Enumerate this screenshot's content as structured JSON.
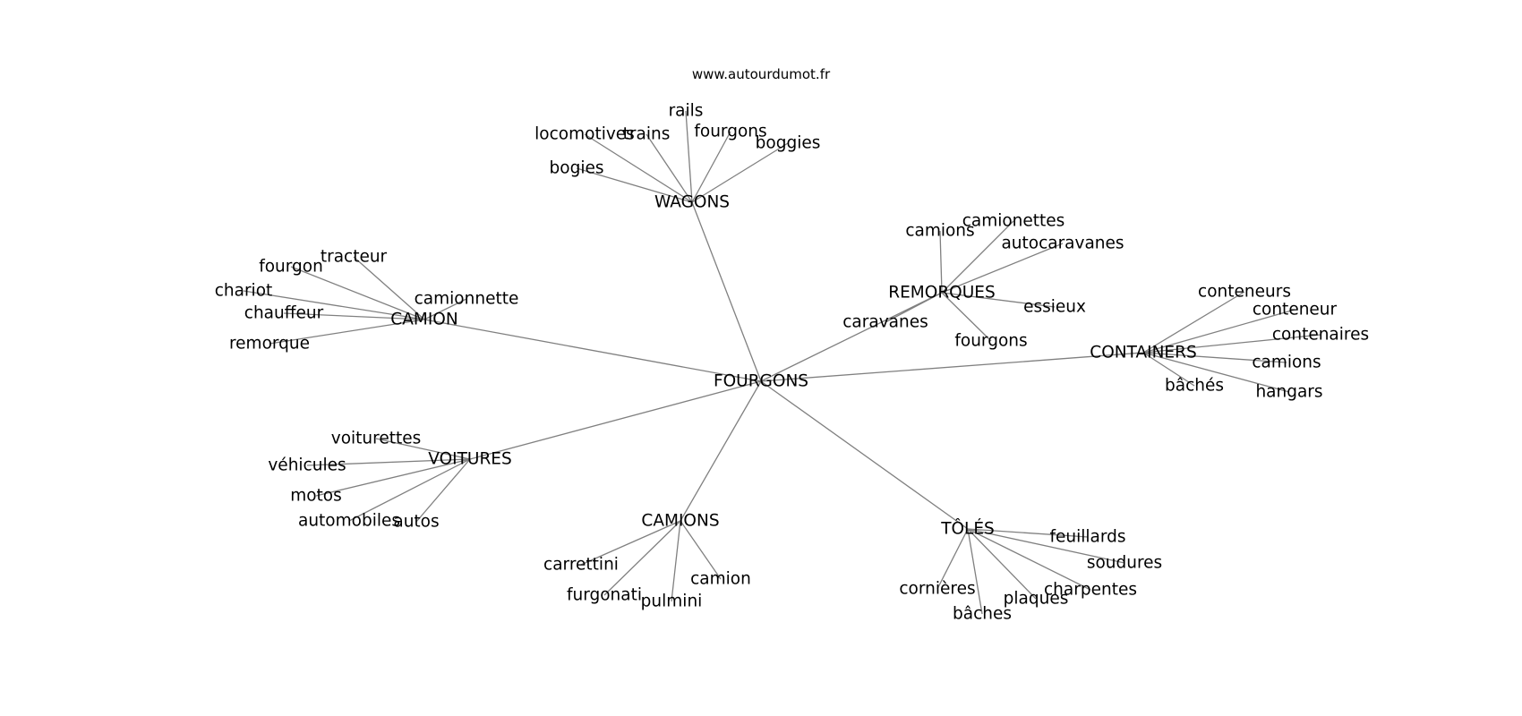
{
  "watermark": "www.autourdumot.fr",
  "root": {
    "label": "FOURGONS",
    "children": [
      {
        "label": "WAGONS",
        "children": [
          "bogies",
          "locomotives",
          "trains",
          "rails",
          "fourgons",
          "boggies"
        ]
      },
      {
        "label": "REMORQUES",
        "children": [
          "camions",
          "camionettes",
          "autocaravanes",
          "essieux",
          "fourgons",
          "caravanes"
        ]
      },
      {
        "label": "CONTAINERS",
        "children": [
          "conteneurs",
          "conteneur",
          "contenaires",
          "camions",
          "hangars",
          "bâchés"
        ]
      },
      {
        "label": "CAMION",
        "children": [
          "tracteur",
          "fourgon",
          "chariot",
          "chauffeur",
          "remorque",
          "camionnette"
        ]
      },
      {
        "label": "VOITURES",
        "children": [
          "voiturettes",
          "véhicules",
          "motos",
          "automobiles",
          "autos"
        ]
      },
      {
        "label": "CAMIONS",
        "children": [
          "carrettini",
          "furgonati",
          "pulmini",
          "camion"
        ]
      },
      {
        "label": "TÔLÉS",
        "children": [
          "feuillards",
          "soudures",
          "charpentes",
          "plaques",
          "bâches",
          "cornières"
        ]
      }
    ]
  }
}
